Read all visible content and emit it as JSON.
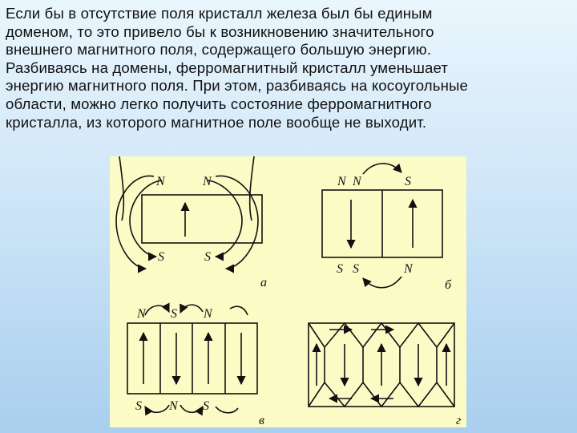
{
  "paragraph": {
    "lines": [
      "Если бы в отсутствие поля кристалл железа был бы единым",
      "доменом, то это привело бы к возникновению значительного",
      "внешнего магнитного поля, содержащего большую энергию.",
      "Разбиваясь на домены, ферромагнитный кристалл уменьшает",
      "энергию магнитного поля. При этом, разбиваясь на косоугольные",
      "области, можно легко получить состояние ферромагнитного",
      "кристалла, из которого магнитное поле вообще не выходит."
    ]
  },
  "figure": {
    "background_color": "#fbfbc6",
    "panel_a": {
      "caption": "а",
      "top_poles": [
        "N",
        "N"
      ],
      "bottom_poles": [
        "S",
        "S"
      ],
      "domain_arrows": [
        "up"
      ]
    },
    "panel_b": {
      "caption": "б",
      "top_poles": [
        "N",
        "N",
        "S"
      ],
      "bottom_poles": [
        "S",
        "S",
        "N"
      ],
      "domain_arrows": [
        "down",
        "up"
      ]
    },
    "panel_v": {
      "caption": "в",
      "top_poles": [
        "N",
        "S",
        "N"
      ],
      "bottom_poles": [
        "S",
        "N",
        "S"
      ],
      "domain_arrows": [
        "up",
        "down",
        "up",
        "down"
      ]
    },
    "panel_g": {
      "caption": "г",
      "domain_arrows": [
        "right",
        "right",
        "left",
        "left",
        "down",
        "up",
        "down",
        "up"
      ]
    }
  }
}
